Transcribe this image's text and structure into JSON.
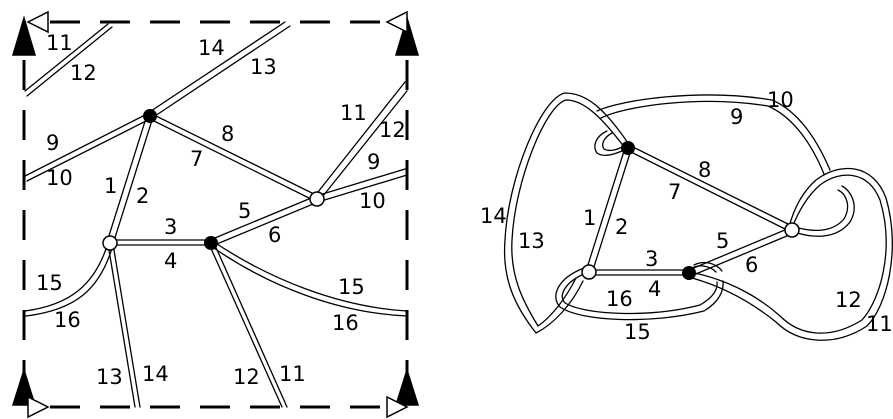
{
  "square_labels": {
    "l11": "11",
    "l12": "12",
    "l14": "14",
    "l13": "13",
    "l9": "9",
    "l10": "10",
    "l8": "8",
    "l7": "7",
    "l11b": "11",
    "l12b": "12",
    "l9b": "9",
    "l10b": "10",
    "l1": "1",
    "l2": "2",
    "l3": "3",
    "l4": "4",
    "l5": "5",
    "l6": "6",
    "l15": "15",
    "l16": "16",
    "l15b": "15",
    "l16b": "16",
    "l13b": "13",
    "l14b": "14",
    "l12c": "12",
    "l11c": "11"
  },
  "embed_labels": {
    "l10": "10",
    "l9": "9",
    "l8": "8",
    "l7": "7",
    "l14": "14",
    "l13": "13",
    "l1": "1",
    "l2": "2",
    "l3": "3",
    "l4": "4",
    "l5": "5",
    "l6": "6",
    "l16": "16",
    "l15": "15",
    "l12": "12",
    "l11": "11"
  }
}
